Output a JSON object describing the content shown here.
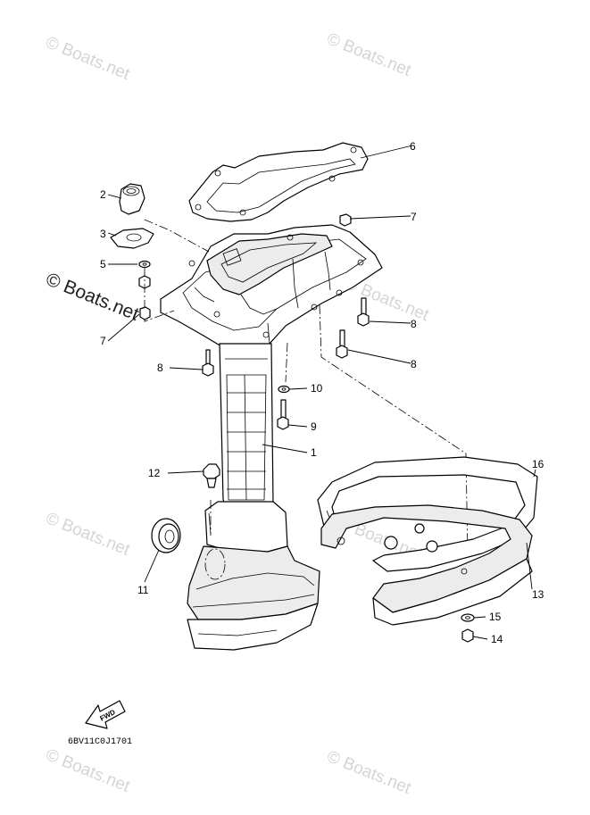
{
  "watermark": {
    "text": "© Boats.net",
    "prominent_text": "© Boats.net"
  },
  "callouts": {
    "c1": "1",
    "c2": "2",
    "c3": "3",
    "c5": "5",
    "c6": "6",
    "c7a": "7",
    "c7b": "7",
    "c8a": "8",
    "c8b": "8",
    "c8c": "8",
    "c9": "9",
    "c10": "10",
    "c11": "11",
    "c12": "12",
    "c13": "13",
    "c14": "14",
    "c15": "15",
    "c16": "16"
  },
  "diagram_code": "6BV11C0J1701",
  "fwd_label": "FWD",
  "colors": {
    "line": "#000000",
    "watermark": "#d4d4d4",
    "background": "#ffffff"
  }
}
